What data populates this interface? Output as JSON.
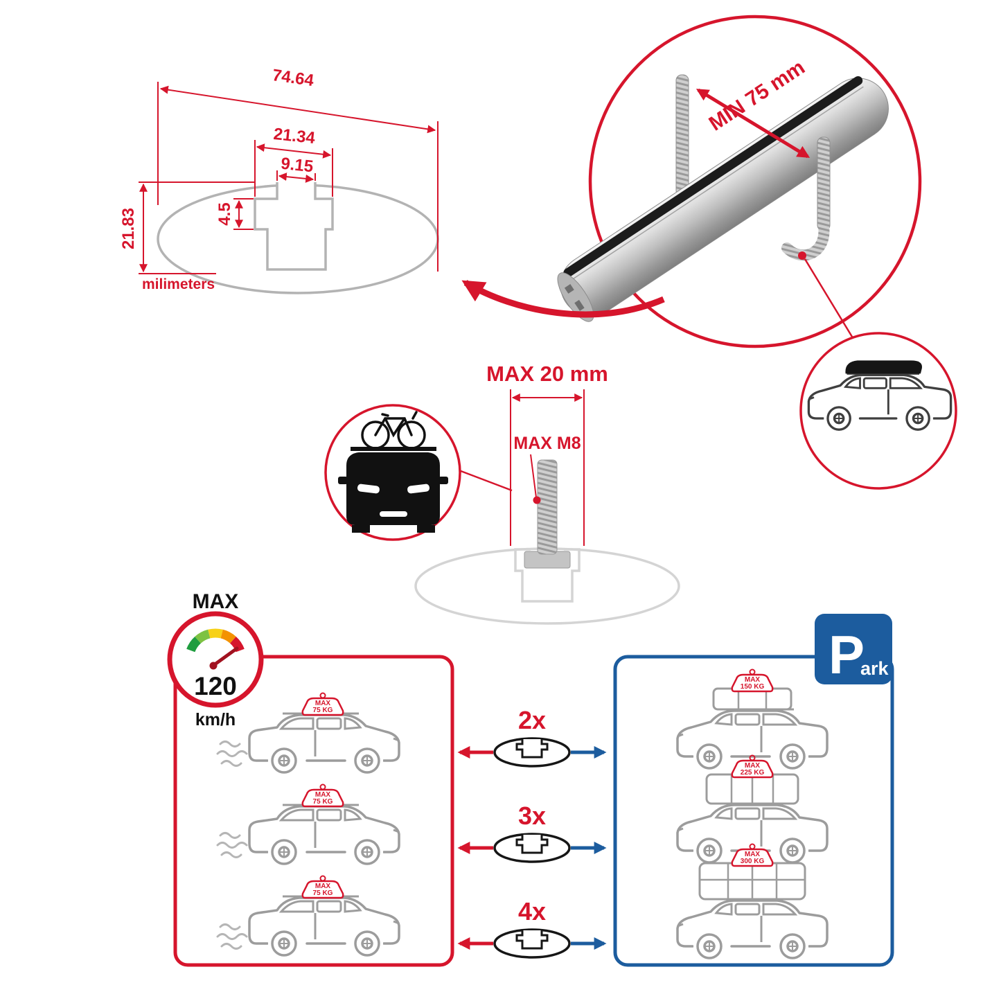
{
  "cross_section": {
    "overall_width": "74.64",
    "channel_width": "21.34",
    "slot_width": "9.15",
    "step_depth": "4.5",
    "overall_height": "21.83",
    "units": "milimeters"
  },
  "bar_detail": {
    "min_spacing": "MIN 75 mm"
  },
  "bolt_detail": {
    "max_width": "MAX 20 mm",
    "max_thread": "MAX M8"
  },
  "speedometer": {
    "title": "MAX",
    "value": "120",
    "unit": "km/h"
  },
  "parking_sign": {
    "letter": "P",
    "suffix": "ark"
  },
  "load_moving": [
    {
      "label": "MAX",
      "value": "75 KG"
    },
    {
      "label": "MAX",
      "value": "75 KG"
    },
    {
      "label": "MAX",
      "value": "75 KG"
    }
  ],
  "load_parked": [
    {
      "label": "MAX",
      "value": "150 KG"
    },
    {
      "label": "MAX",
      "value": "225 KG"
    },
    {
      "label": "MAX",
      "value": "300 KG"
    }
  ],
  "multipliers": [
    {
      "label": "2x"
    },
    {
      "label": "3x"
    },
    {
      "label": "4x"
    }
  ],
  "colors": {
    "red": "#d6152c",
    "blue": "#1c5c9e"
  }
}
